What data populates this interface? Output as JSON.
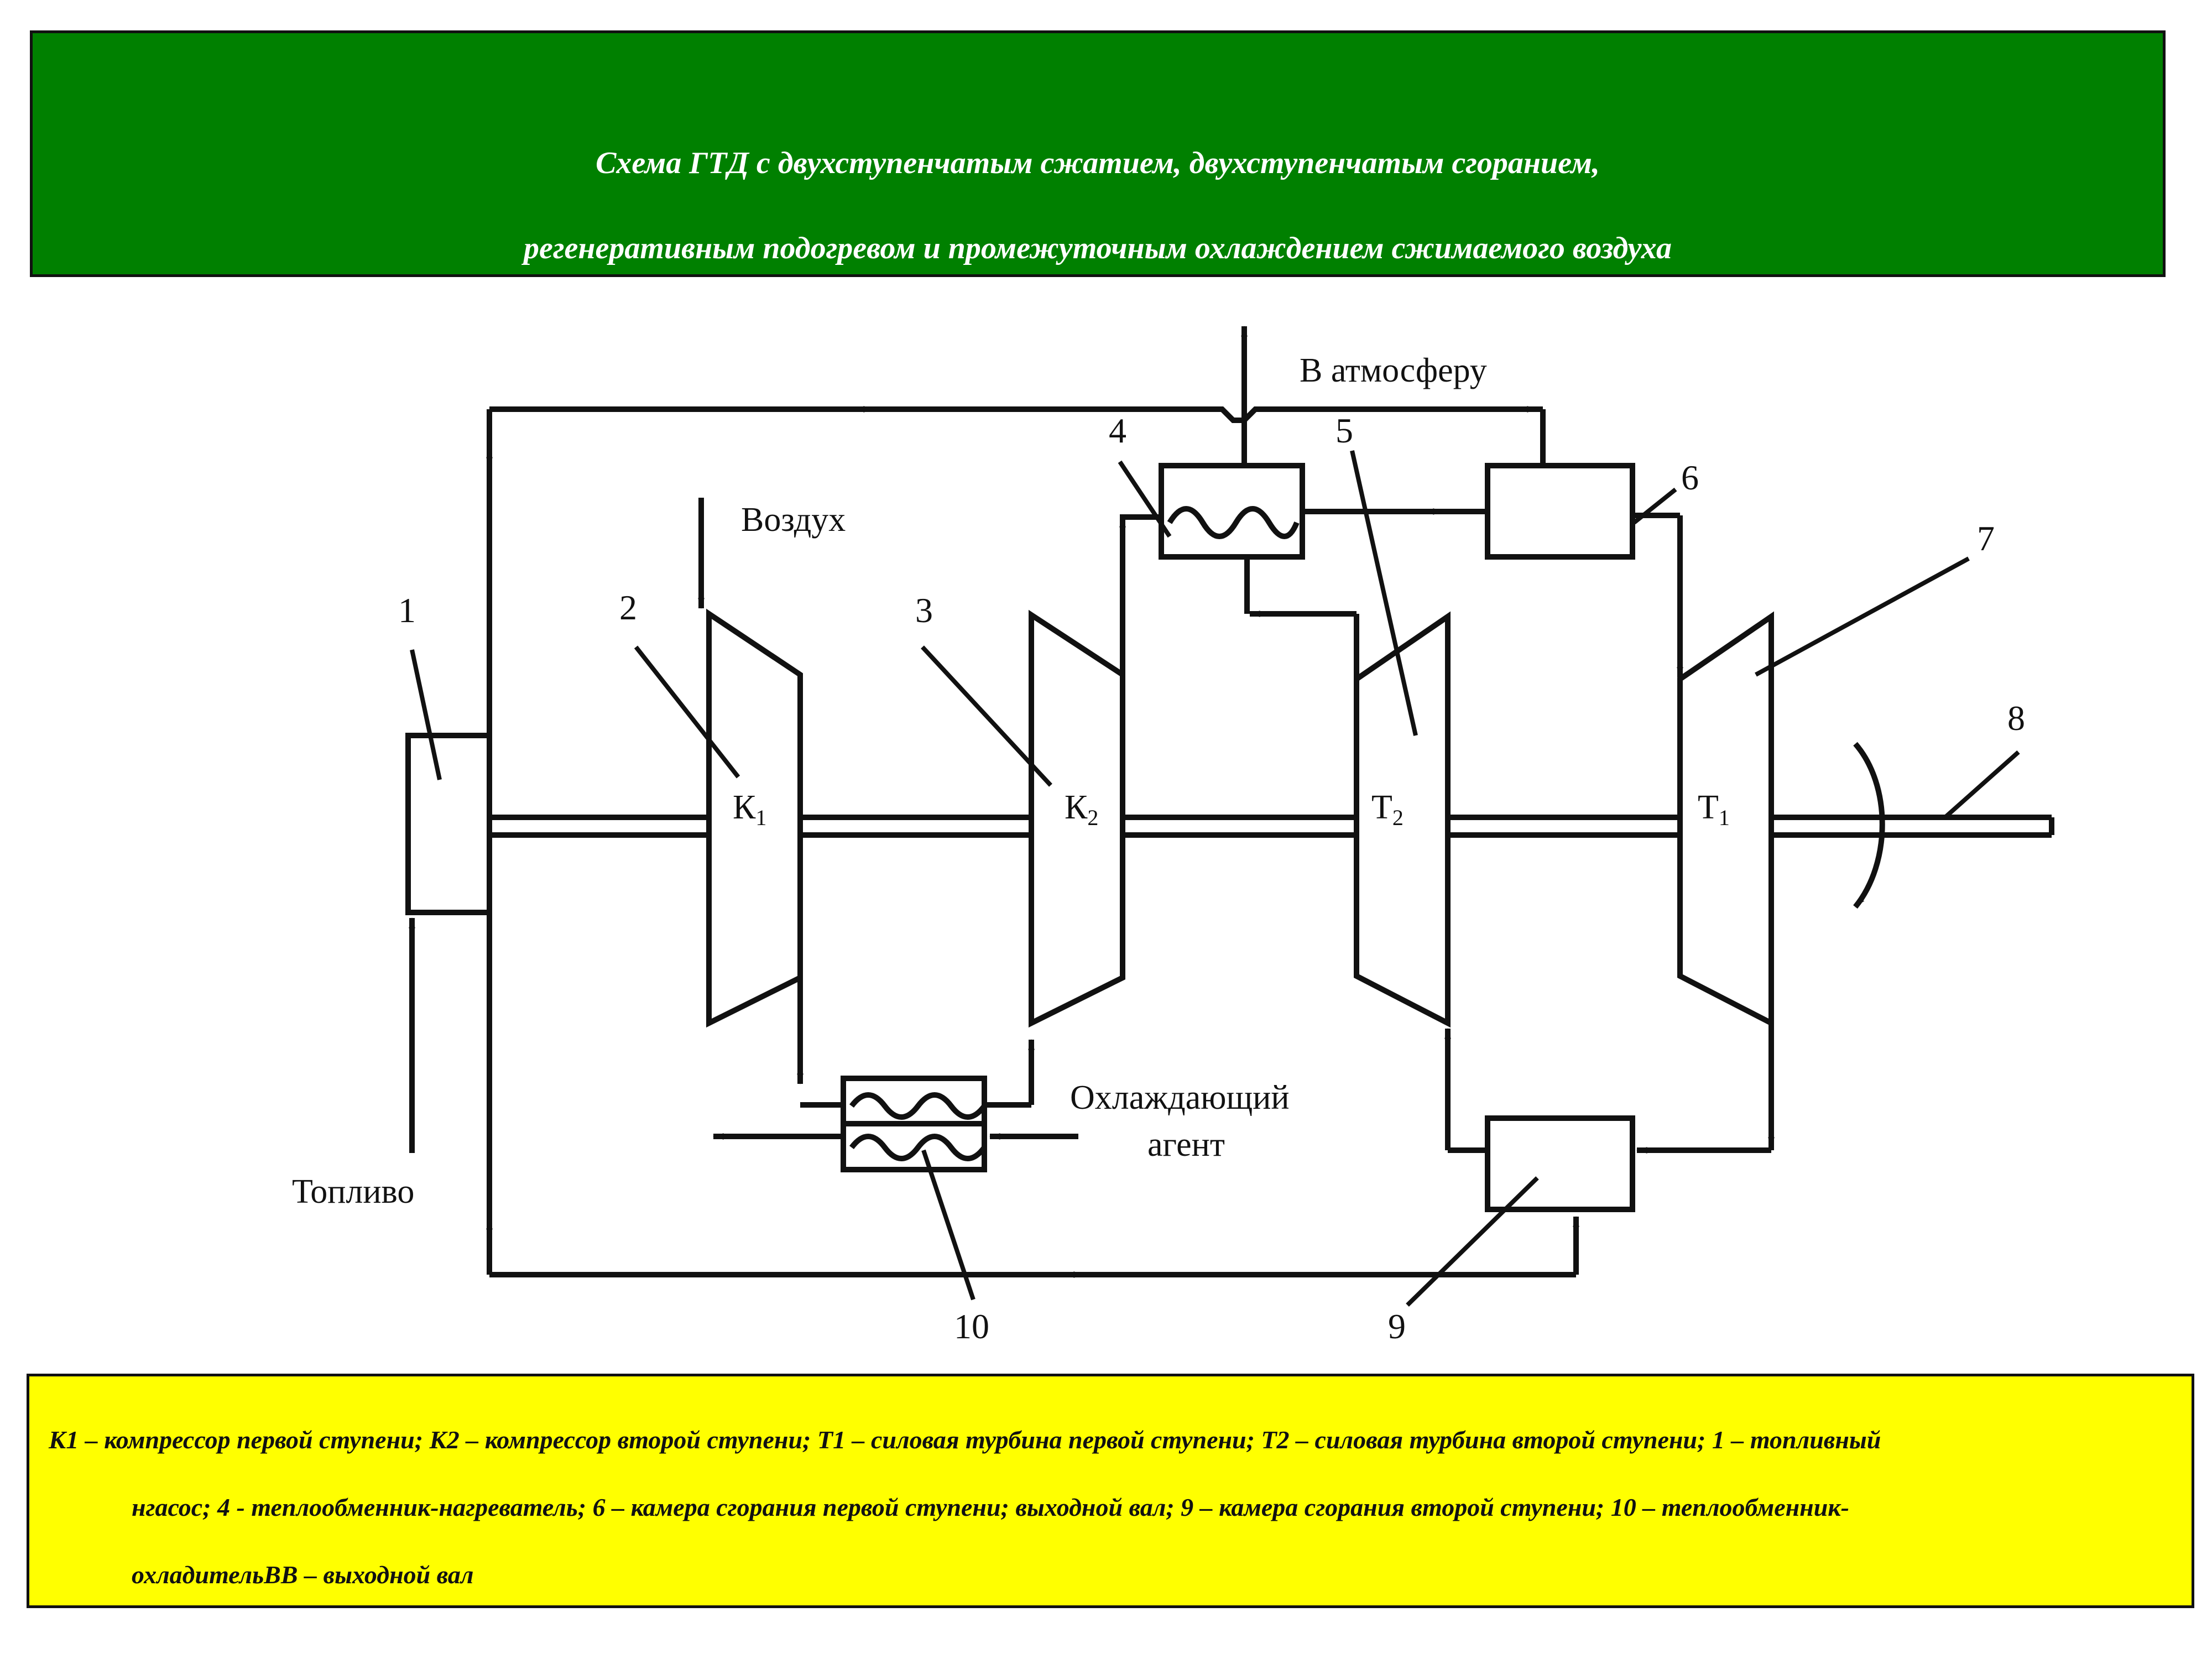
{
  "title": {
    "line1": "Схема ГТД с двухступенчатым сжатием, двухступенчатым сгоранием,",
    "line2": "регенеративным подогревом и промежуточным охлаждением сжимаемого воздуха"
  },
  "labels": {
    "air": "Воздух",
    "atmosphere": "В атмосферу",
    "fuel": "Топливо",
    "coolant_line1": "Охлаждающий",
    "coolant_line2": "агент"
  },
  "components": {
    "k1": "К",
    "k1_sub": "1",
    "k2": "К",
    "k2_sub": "2",
    "t2": "Т",
    "t2_sub": "2",
    "t1": "Т",
    "t1_sub": "1"
  },
  "numbers": {
    "n1": "1",
    "n2": "2",
    "n3": "3",
    "n4": "4",
    "n5": "5",
    "n6": "6",
    "n7": "7",
    "n8": "8",
    "n9": "9",
    "n10": "10"
  },
  "legend": {
    "line1": "К1 – компрессор первой ступени; К2 – компрессор второй ступени; Т1 – силовая турбина первой ступени; Т2 – силовая турбина второй ступени; 1 – топливный",
    "line2": "нгасос; 4 -   теплообменник-нагреватель; 6 – камера сгорания первой ступени; выходной вал; 9 – камера сгорания второй ступени; 10 – теплообменник-",
    "line3": "охладительВВ – выходной вал"
  },
  "colors": {
    "header_bg": "#008000",
    "legend_bg": "#ffff00",
    "line": "#111111"
  }
}
